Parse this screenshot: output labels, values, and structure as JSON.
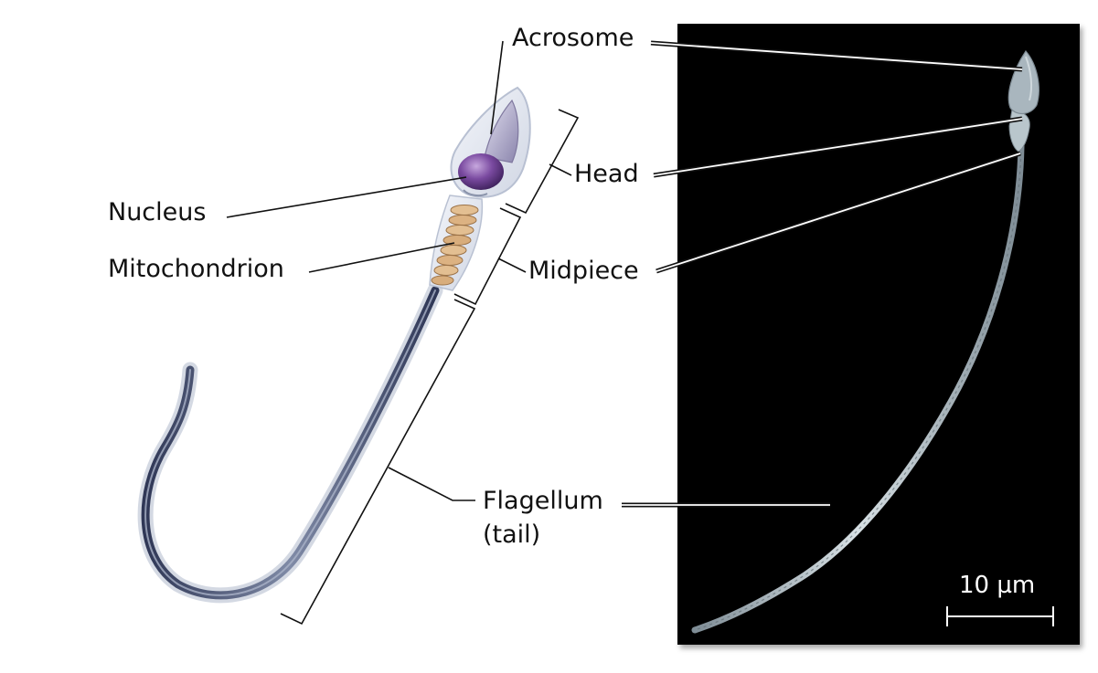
{
  "labels": {
    "acrosome": "Acrosome",
    "nucleus": "Nucleus",
    "mitochondrion": "Mitochondrion",
    "head": "Head",
    "midpiece": "Midpiece",
    "flagellum_line1": "Flagellum",
    "flagellum_line2": "(tail)"
  },
  "micrograph": {
    "scale_bar_label": "10 µm",
    "background_color": "#050505",
    "specimen_color": "#b9c6cc"
  },
  "colors": {
    "nucleus": "#6b3c8f",
    "acrosome": "#9a94b8",
    "mitochondria": "#d2a97a",
    "flagellum": "#4a5576",
    "membrane": "#dfe4ee"
  }
}
